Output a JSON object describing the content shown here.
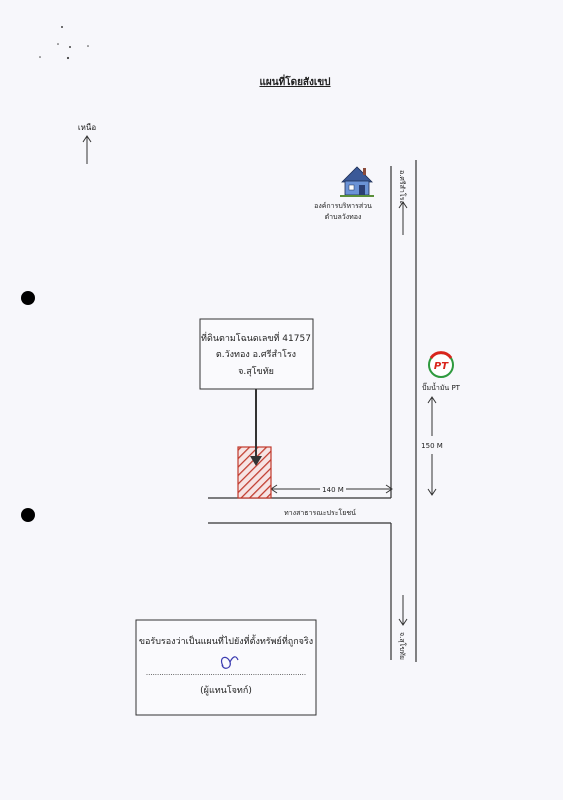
{
  "title": "แผนที่โดยสังเขป",
  "north_label": "เหนือ",
  "landmarks": {
    "tao_name_line1": "องค์การบริหารส่วน",
    "tao_name_line2": "ตำบลวังทอง",
    "pt_station": "ปั๊มน้ำมัน PT",
    "pt_logo_text": "PT"
  },
  "roads": {
    "to_north": "อ.ศรีสำโรง",
    "to_south": "จ.สุโขทัย",
    "public_path": "ทางสาธารณะประโยชน์"
  },
  "distances": {
    "horizontal": "140 M",
    "vertical": "150 M"
  },
  "plot_box": {
    "line1": "ที่ดินตามโฉนดเลขที่ 41757",
    "line2": "ต.วังทอง  อ.ศรีสำโรง",
    "line3": "จ.สุโขทัย"
  },
  "certify_box": {
    "statement": "ขอรับรองว่าเป็นแผนที่ไปยังที่ตั้งทรัพย์ที่ถูกจริง",
    "signature_dots": "........................................................................",
    "signer": "(ผู้แทนโจทก์)"
  },
  "colors": {
    "plot_hatch": "#c0392b",
    "pt_red": "#d9251c",
    "pt_green": "#2e9a3e",
    "house_blue": "#4a74b8",
    "signature_ink": "#3a3ab0"
  }
}
